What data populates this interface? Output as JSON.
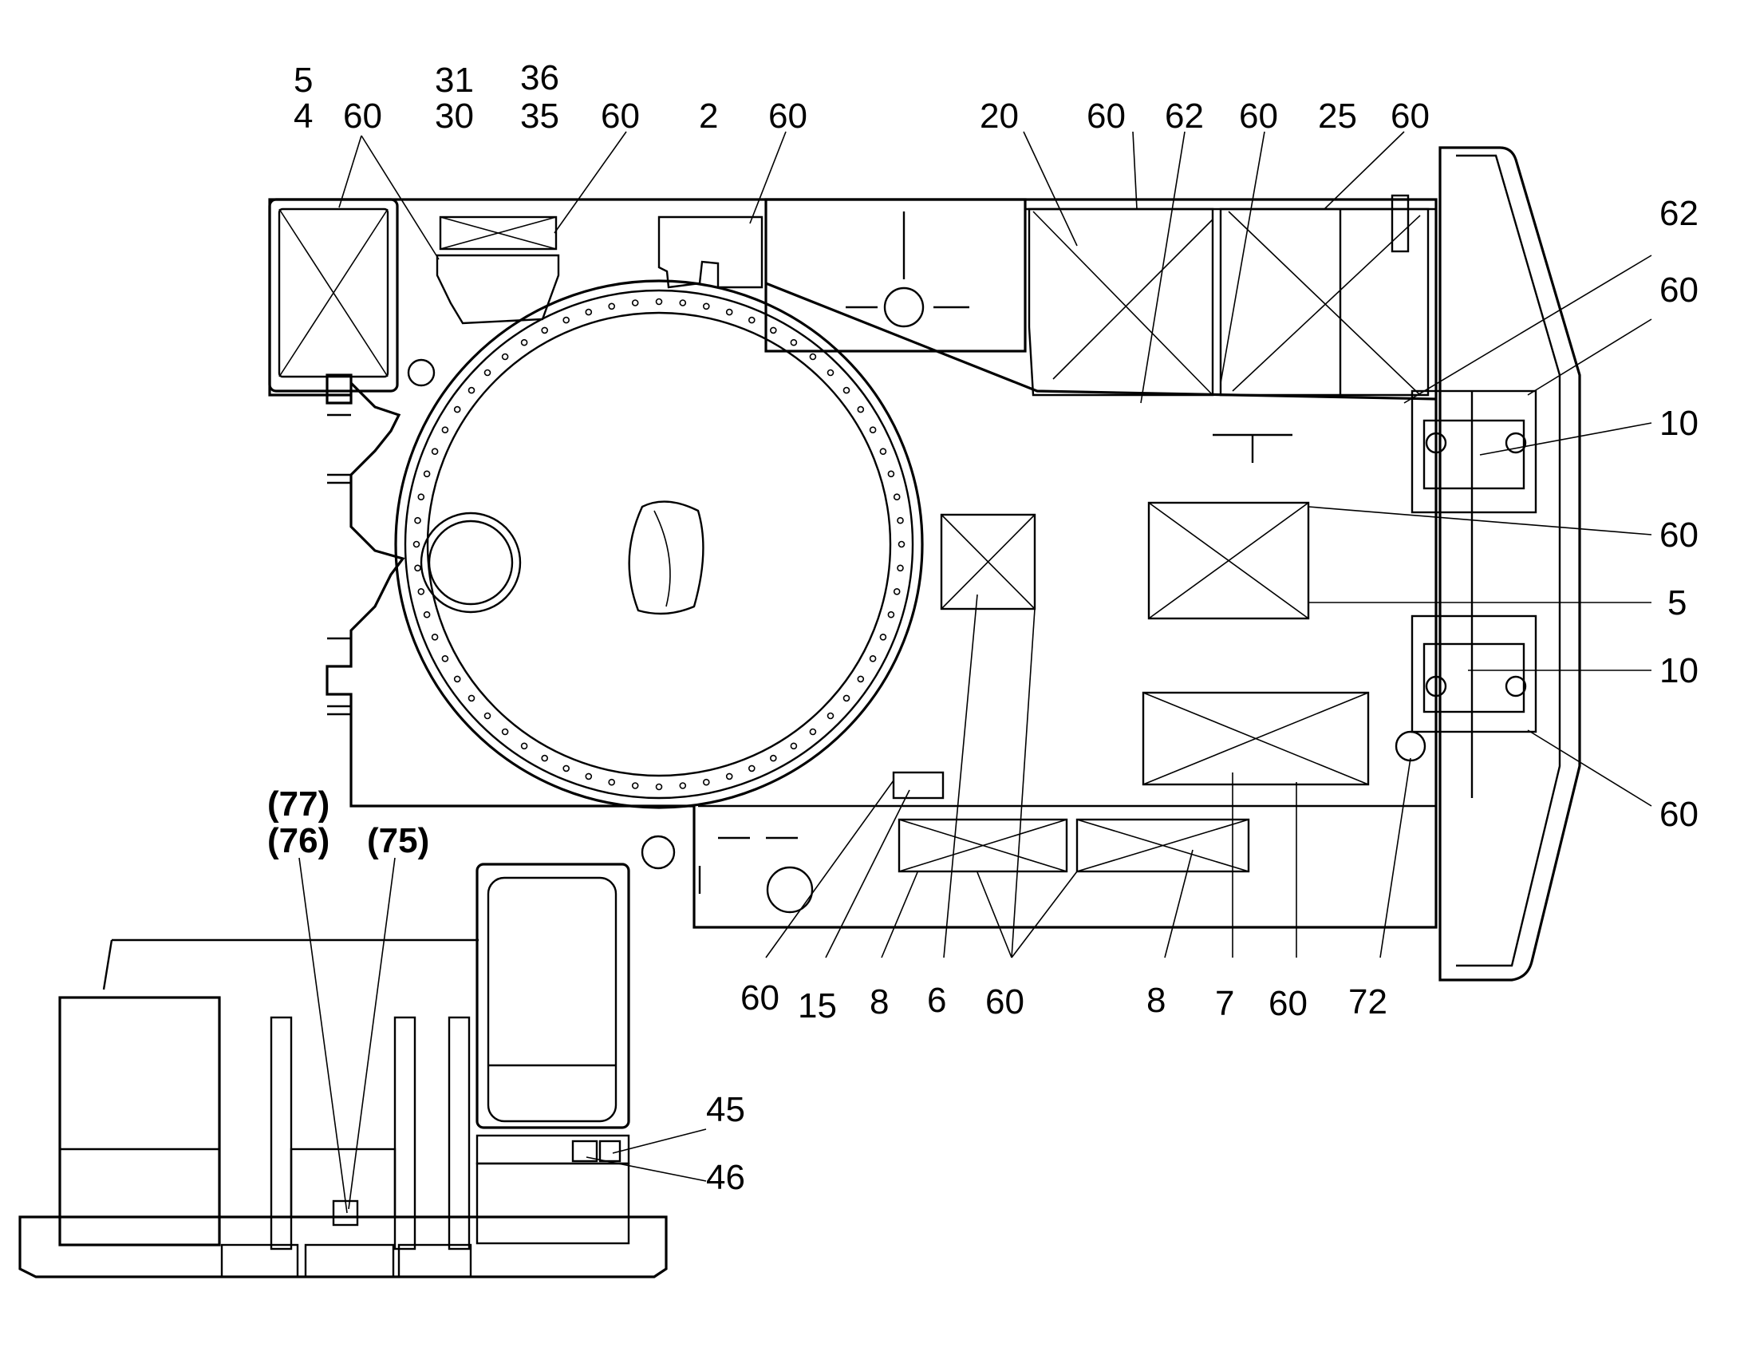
{
  "diagram": {
    "colors": {
      "line": "#000000",
      "background": "#ffffff"
    },
    "callouts": [
      {
        "id": "c-5a",
        "text": "5"
      },
      {
        "id": "c-4",
        "text": "4"
      },
      {
        "id": "c-60a",
        "text": "60"
      },
      {
        "id": "c-31",
        "text": "31"
      },
      {
        "id": "c-30",
        "text": "30"
      },
      {
        "id": "c-36",
        "text": "36"
      },
      {
        "id": "c-35",
        "text": "35"
      },
      {
        "id": "c-60b",
        "text": "60"
      },
      {
        "id": "c-2",
        "text": "2"
      },
      {
        "id": "c-60c",
        "text": "60"
      },
      {
        "id": "c-20",
        "text": "20"
      },
      {
        "id": "c-60d",
        "text": "60"
      },
      {
        "id": "c-62a",
        "text": "62"
      },
      {
        "id": "c-60e",
        "text": "60"
      },
      {
        "id": "c-25",
        "text": "25"
      },
      {
        "id": "c-60f",
        "text": "60"
      },
      {
        "id": "c-62b",
        "text": "62"
      },
      {
        "id": "c-60g",
        "text": "60"
      },
      {
        "id": "c-10a",
        "text": "10"
      },
      {
        "id": "c-60h",
        "text": "60"
      },
      {
        "id": "c-5b",
        "text": "5"
      },
      {
        "id": "c-10b",
        "text": "10"
      },
      {
        "id": "c-60i",
        "text": "60"
      },
      {
        "id": "c-60j",
        "text": "60"
      },
      {
        "id": "c-15",
        "text": "15"
      },
      {
        "id": "c-8a",
        "text": "8"
      },
      {
        "id": "c-6",
        "text": "6"
      },
      {
        "id": "c-60k",
        "text": "60"
      },
      {
        "id": "c-8b",
        "text": "8"
      },
      {
        "id": "c-7",
        "text": "7"
      },
      {
        "id": "c-60l",
        "text": "60"
      },
      {
        "id": "c-72",
        "text": "72"
      },
      {
        "id": "c-77",
        "text": "(77)"
      },
      {
        "id": "c-76",
        "text": "(76)"
      },
      {
        "id": "c-75",
        "text": "(75)"
      },
      {
        "id": "c-45",
        "text": "45"
      },
      {
        "id": "c-46",
        "text": "46"
      }
    ]
  }
}
